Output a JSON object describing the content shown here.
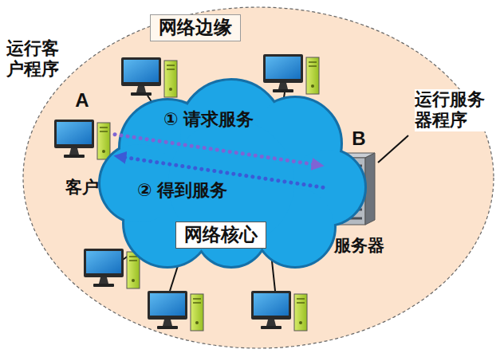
{
  "diagram": {
    "nodes": [
      {
        "text": [
          "网络边缘"
        ]
      },
      {
        "text": [
          "网络核心"
        ],
        "in": 0
      },
      {
        "text": [
          "A",
          "客户"
        ],
        "in": 0
      },
      {
        "text": [
          "B",
          "服务器"
        ],
        "in": 0
      }
    ],
    "edges": [
      {
        "from": 2,
        "to": 3,
        "arrow": "to",
        "label": "① 请求服务"
      },
      {
        "from": 3,
        "to": 2,
        "arrow": "to",
        "label": "② 得到服务"
      }
    ],
    "labels": [
      "运行客户程序",
      "运行服务器程序"
    ]
  }
}
